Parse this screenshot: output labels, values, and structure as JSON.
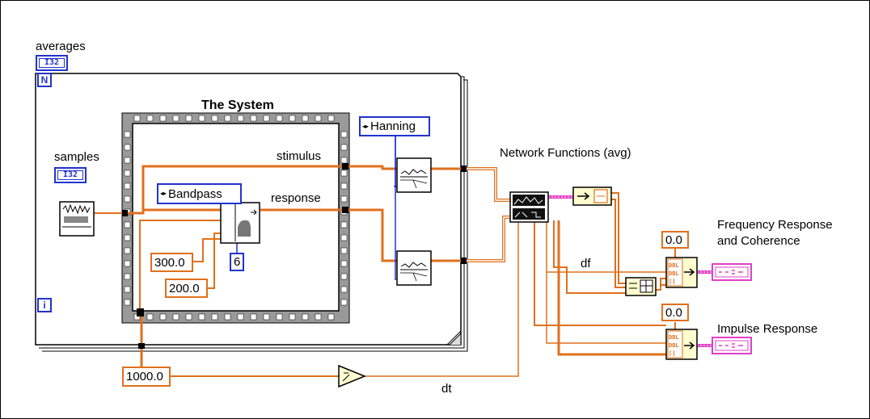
{
  "controls": {
    "averages_label": "averages",
    "averages_type": "I32",
    "samples_label": "samples",
    "samples_type": "I32"
  },
  "loop": {
    "count_terminal": "N",
    "iteration_terminal": "i"
  },
  "sequence": {
    "title": "The System"
  },
  "wires": {
    "stimulus": "stimulus",
    "response": "response",
    "df": "df",
    "dt": "dt"
  },
  "filter": {
    "type": "Bandpass",
    "low_cutoff": "200.0",
    "high_cutoff": "300.0",
    "order": "6"
  },
  "window": {
    "type": "Hanning"
  },
  "sampling_rate": "1000.0",
  "network_functions": {
    "label": "Network Functions (avg)"
  },
  "outputs": {
    "freq_response_line1": "Frequency Response",
    "freq_response_line2": "and Coherence",
    "freq_x0": "0.0",
    "impulse_response": "Impulse Response",
    "impulse_x0": "0.0"
  },
  "colors": {
    "numeric_wire": "#e0701c",
    "integer_wire": "#2233cc",
    "cluster_wire": "#e040c8",
    "node_fill": "#fffcd0"
  }
}
